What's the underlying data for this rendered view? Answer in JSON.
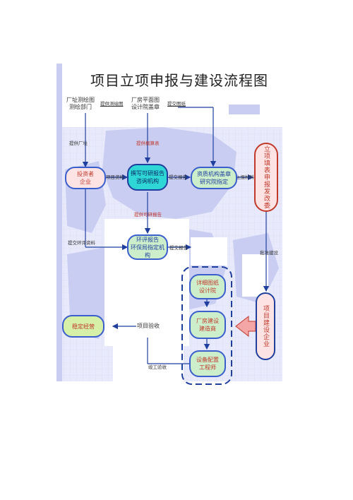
{
  "title": "项目立项申报与建设流程图",
  "top_labels": {
    "survey_dept": [
      "厂址测绘图",
      "测绘部门"
    ],
    "provide_survey": "提供测绘图",
    "plan_design": [
      "厂房平面图",
      "设计院盖章"
    ],
    "submit_plan": "提交图纸"
  },
  "arrow_labels": {
    "provide_site": "提供厂址",
    "provide_budget": "提供概算表",
    "project_info": "项目资料",
    "submit_report": "提交报告",
    "report_result": "上报材料",
    "provide_feasibility": "提供可研报告",
    "submit_env": "提交环评资料",
    "submit_env2": "提交报告",
    "approval_build": "批准建设",
    "complete": "竣工验收"
  },
  "nodes": {
    "investor": [
      "投资者",
      "企业"
    ],
    "consult": [
      "撰写可研报告",
      "咨询机构"
    ],
    "qualified": [
      "资质机构盖章",
      "研究院指定"
    ],
    "approval": "立项填表申报发改委",
    "env": [
      "环评报告",
      "环保局指定机构"
    ],
    "design": [
      "详细图纸",
      "设计院"
    ],
    "construct": [
      "厂房建设",
      "建造商"
    ],
    "equip": [
      "设备配置",
      "工程师"
    ],
    "project_enterprise": "项目建设企业",
    "stable": "稳定经营",
    "acceptance": "项目验收"
  },
  "colors": {
    "map_blue": "#c9cdf2",
    "map_sea": "#e6e8fa",
    "node_border": "#3a5fcd",
    "arrow": "#1f3f9f",
    "red_text": "#c0392b"
  }
}
